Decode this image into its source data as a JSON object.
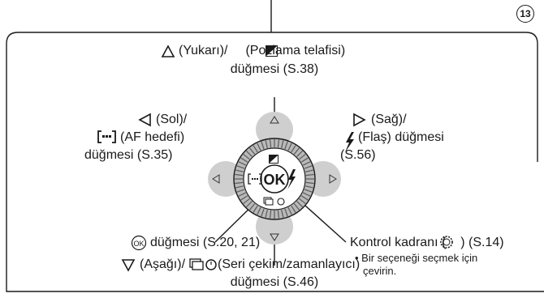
{
  "page_number": "13",
  "dial": {
    "ok_label": "OK"
  },
  "labels": {
    "up": {
      "name": "(Yukarı)/",
      "extra": "(Pozlama telafisi)",
      "line2": "düğmesi (S.38)"
    },
    "left": {
      "line1": "(Sol)/",
      "line2": "(AF hedefi)",
      "line3": "düğmesi (S.35)",
      "af_icon": "[▪▪▪]"
    },
    "right": {
      "line1": "(Sağ)/",
      "line2": "(Flaş) düğmesi",
      "line3": "(S.56)"
    },
    "ok": {
      "text": "düğmesi (S.20, 21)",
      "icon": "OK"
    },
    "control_dial": {
      "text_pre": "Kontrol kadranı (",
      "text_post": ") (S.14)",
      "bullet": "• Bir seçeneği seçmek için",
      "bullet2": "çevirin."
    },
    "down": {
      "name": "(Aşağı)/",
      "extra": "(Seri çekim/zamanlayıcı)",
      "line2": "düğmesi (S.46)"
    }
  },
  "colors": {
    "dial_gray": "#b9b9b9",
    "arrow_pad": "#cfcfcf",
    "outline": "#1a1a1a"
  }
}
